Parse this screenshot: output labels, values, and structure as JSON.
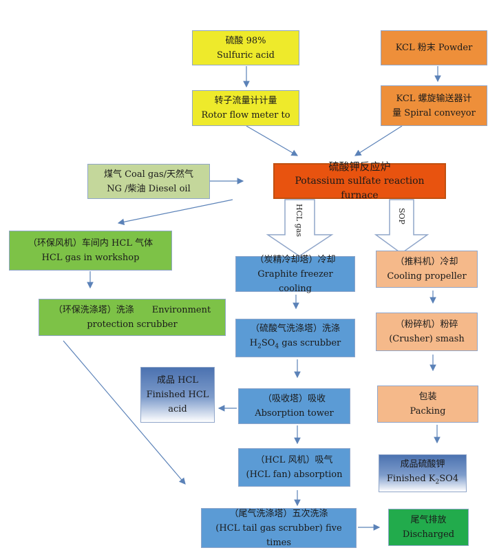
{
  "nodes": {
    "sulfuric_acid": {
      "line1": "硫酸 98%",
      "line2": "Sulfuric acid"
    },
    "kcl_powder": {
      "line1": "KCL 粉末 Powder"
    },
    "rotor_flow": {
      "line1": "转子流量计计量",
      "line2": "Rotor flow meter to"
    },
    "spiral_conveyor": {
      "line1": "KCL 螺旋输送器计",
      "line2": "量 Spiral conveyor"
    },
    "fuel": {
      "line1": "煤气 Coal gas/天然气",
      "line2": "NG /柴油 Diesel oil"
    },
    "furnace": {
      "line1": "硫酸钾反应炉",
      "line2": "Potassium sulfate reaction furnace"
    },
    "hcl_workshop": {
      "line1": "（环保风机）车间内 HCL 气体",
      "line2": "HCL gas in workshop"
    },
    "env_scrubber": {
      "line1": "（环保洗涤塔）洗涤　　Environment",
      "line2": "protection scrubber"
    },
    "graphite": {
      "line1": "（炭精冷却塔）冷却",
      "line2": "Graphite freezer cooling"
    },
    "h2so4_scrubber": {
      "line1": "（硫酸气洗涤塔）洗涤",
      "line2_main": "H",
      "line2_sub1": "2",
      "line2_mid": "SO",
      "line2_sub2": "4",
      "line2_end": " gas scrubber"
    },
    "finished_hcl": {
      "line1": "成品 HCL",
      "line2": "Finished HCL",
      "line3": "acid"
    },
    "absorption": {
      "line1": "（吸收塔）吸收",
      "line2": "Absorption tower"
    },
    "hcl_fan": {
      "line1": "（HCL 风机）吸气",
      "line2": "(HCL fan) absorption"
    },
    "tail_scrubber": {
      "line1": "（尾气洗涤塔）五次洗涤",
      "line2": "(HCL tail gas scrubber) five times"
    },
    "discharged": {
      "line1": "尾气排放",
      "line2": "Discharged"
    },
    "cooling_propeller": {
      "line1": "（推料机）冷却",
      "line2": "Cooling propeller"
    },
    "crusher": {
      "line1": "（粉碎机）粉碎",
      "line2": "(Crusher) smash"
    },
    "packing": {
      "line1": "包装",
      "line2": "Packing"
    },
    "finished_k2so4": {
      "line1": "成品硫酸钾",
      "line2_main": "Finished K",
      "line2_sub": "2",
      "line2_end": "SO4"
    }
  },
  "labels": {
    "hcl_gas": "HCL gas",
    "sop": "SOP"
  },
  "colors": {
    "arrow": "#5b82b8",
    "hollow_arrow": "#8fa5c9"
  }
}
